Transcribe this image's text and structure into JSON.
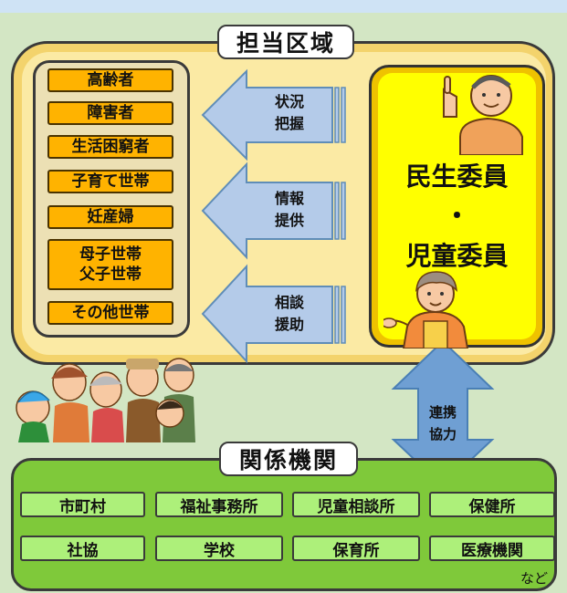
{
  "area": {
    "title": "担当区域"
  },
  "categories": [
    "高齢者",
    "障害者",
    "生活困窮者",
    "子育て世帯",
    "妊産婦",
    "母子世帯",
    "父子世帯",
    "その他世帯"
  ],
  "actions": [
    {
      "line1": "状況",
      "line2": "把握"
    },
    {
      "line1": "情報",
      "line2": "提供"
    },
    {
      "line1": "相談",
      "line2": "援助"
    }
  ],
  "minsei": {
    "line1": "民生委員",
    "line2": "・",
    "line3": "児童委員"
  },
  "cooperation": {
    "line1": "連携",
    "line2": "協力"
  },
  "organizations": {
    "title": "関係機関",
    "items": [
      "市町村",
      "福祉事務所",
      "児童相談所",
      "保健所",
      "社協",
      "学校",
      "保育所",
      "医療機関"
    ],
    "note": "など"
  },
  "colors": {
    "background": "#d3e6c4",
    "area": "#fbeaa4",
    "category": "#ffb300",
    "minsei": "#ffff00",
    "arrow": "#b4cbe9",
    "org": "#7fc93a",
    "org_item": "#adf07a"
  }
}
